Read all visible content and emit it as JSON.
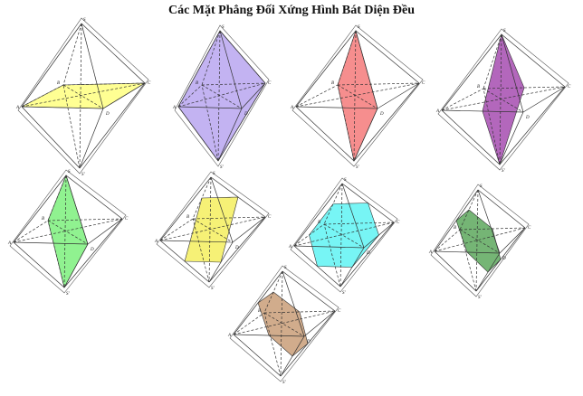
{
  "title": "Các Mặt Phẳng Đối Xứng Hình Bát Diện Đều",
  "vertex_labels": {
    "S": "S",
    "A": "A",
    "B": "B",
    "C": "C",
    "D": "D",
    "S2": "S'"
  },
  "figures": [
    {
      "id": "fig-1",
      "plane": "ABCD",
      "fill": "#ffff80"
    },
    {
      "id": "fig-2",
      "plane": "SAS'C",
      "fill": "#b8a6f0"
    },
    {
      "id": "fig-3",
      "plane": "SBS'D",
      "fill": "#f47a7a"
    },
    {
      "id": "fig-4",
      "plane": "SMS'N",
      "fill": "#a64cb0"
    },
    {
      "id": "fig-5",
      "plane": "SBS'D",
      "fill": "#7df07d"
    },
    {
      "id": "fig-6",
      "plane": "diag-1",
      "fill": "#f4ef5e"
    },
    {
      "id": "fig-7",
      "plane": "diag-2",
      "fill": "#5ff3f3"
    },
    {
      "id": "fig-8",
      "plane": "hexagon",
      "fill": "#5da85d"
    },
    {
      "id": "fig-9",
      "plane": "hexagon",
      "fill": "#c99e78"
    }
  ]
}
